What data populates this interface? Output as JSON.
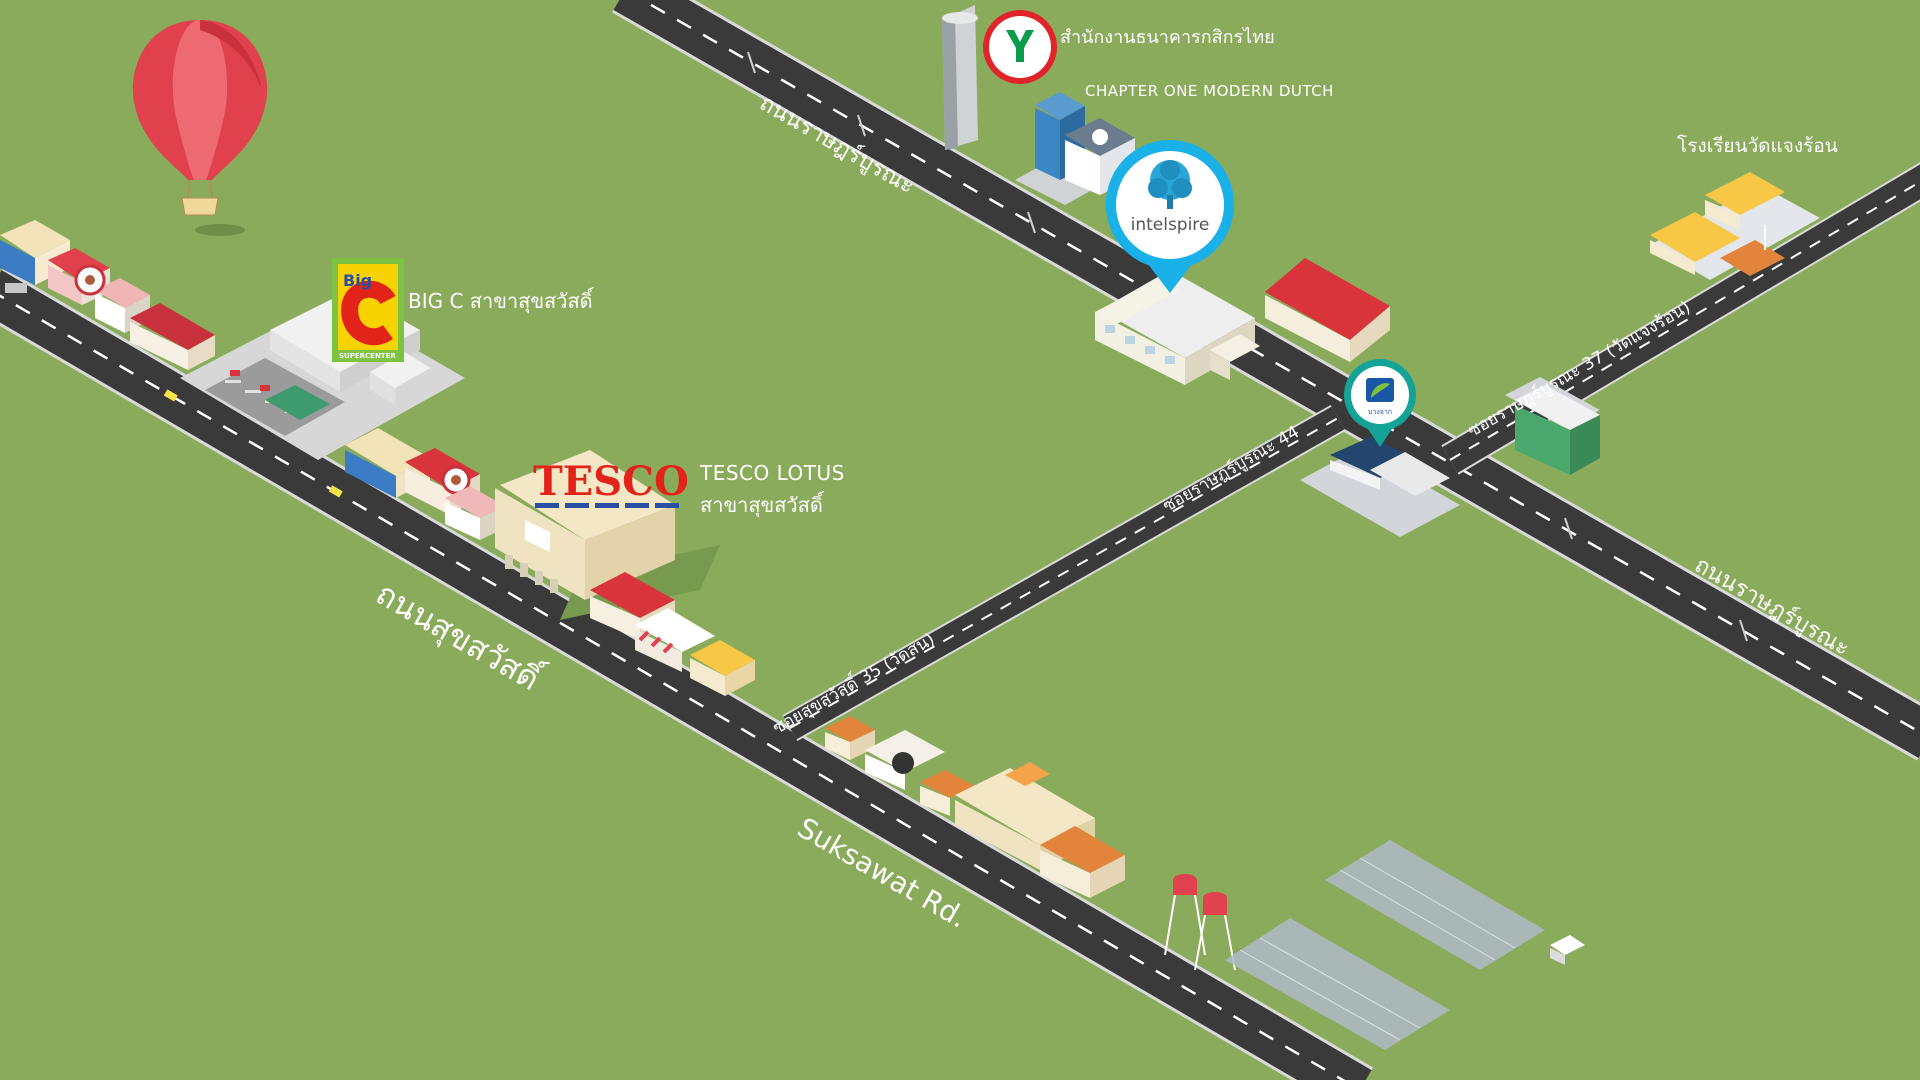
{
  "map": {
    "roads": {
      "main_thai": "ถนนสุขสวัสดิ์",
      "main_en": "Suksawat Rd.",
      "north_road_1": "ถนนราษฎร์บูรณะ",
      "north_road_2": "ถนนราษฎร์บูรณะ",
      "soi_35": "ซอยสุขสวัสดิ์ 35 (วัดสน)",
      "soi_44": "ซอยราษฎร์บูรณะ 44",
      "soi_37": "ซอยราษฎร์บูรณะ 37 (วัดแจงร้อน)"
    },
    "landmarks": {
      "kbank": "สำนักงานธนาคารกสิกรไทย",
      "chapter_one": "CHAPTER ONE MODERN DUTCH",
      "school": "โรงเรียนวัดแจงร้อน",
      "bigc": "BIG C สาขาสุขสวัสดิ์",
      "bigc_logo_top": "Big",
      "bigc_logo_letter": "C",
      "bigc_logo_bottom": "SUPERCENTER",
      "tesco_logo": "TESCO",
      "tesco_line1": "TESCO LOTUS",
      "tesco_line2": "สาขาสุขสวัสดิ์",
      "intelspire": "intelspire",
      "bangchak": "บางจาก"
    },
    "colors": {
      "grass": "#8aab5c",
      "road": "#3a3a3a",
      "pin_blue": "#1ab0e8",
      "pin_green": "#14a396",
      "kbank_red": "#e0242a",
      "kbank_green": "#0a9c4a",
      "balloon": "#e0414c"
    }
  }
}
